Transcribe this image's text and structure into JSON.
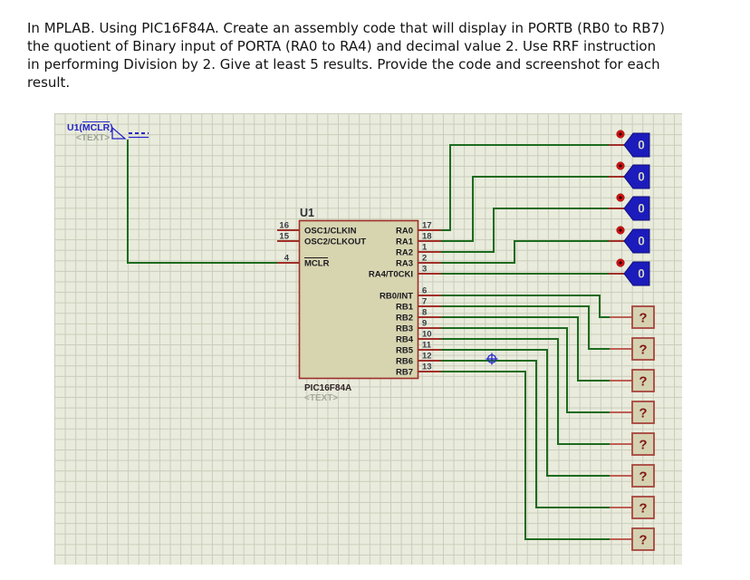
{
  "question": {
    "lines": [
      "In MPLAB. Using PIC16F84A. Create an assembly code that will display in PORTB (RB0 to RB7)",
      "the quotient of Binary input of PORTA (RA0 to RA4) and decimal value 2. Use RRF instruction",
      "in performing Division by 2. Give at least 5 results. Provide the code and screenshot for each",
      "result."
    ]
  },
  "canvas": {
    "terminal": {
      "ref_prefix": "U1(",
      "pin": "MCLR",
      "suffix": ")",
      "placeholder": "<TEXT>"
    },
    "chip": {
      "ref": "U1",
      "part": "PIC16F84A",
      "placeholder": "<TEXT>",
      "left_pins": [
        {
          "num": "16",
          "name": "OSC1/CLKIN"
        },
        {
          "num": "15",
          "name": "OSC2/CLKOUT"
        },
        {
          "num": "4",
          "name": "MCLR"
        }
      ],
      "right_pins": [
        {
          "num": "17",
          "name": "RA0"
        },
        {
          "num": "18",
          "name": "RA1"
        },
        {
          "num": "1",
          "name": "RA2"
        },
        {
          "num": "2",
          "name": "RA3"
        },
        {
          "num": "3",
          "name": "RA4/T0CKI"
        },
        {
          "num": "6",
          "name": "RB0/INT"
        },
        {
          "num": "7",
          "name": "RB1"
        },
        {
          "num": "8",
          "name": "RB2"
        },
        {
          "num": "9",
          "name": "RB3"
        },
        {
          "num": "10",
          "name": "RB4"
        },
        {
          "num": "11",
          "name": "RB5"
        },
        {
          "num": "12",
          "name": "RB6"
        },
        {
          "num": "13",
          "name": "RB7"
        }
      ]
    },
    "logic_states": [
      {
        "value": "0"
      },
      {
        "value": "0"
      },
      {
        "value": "0"
      },
      {
        "value": "0"
      },
      {
        "value": "0"
      }
    ],
    "logic_probes": [
      {
        "value": "?"
      },
      {
        "value": "?"
      },
      {
        "value": "?"
      },
      {
        "value": "?"
      },
      {
        "value": "?"
      },
      {
        "value": "?"
      },
      {
        "value": "?"
      },
      {
        "value": "?"
      }
    ],
    "colors": {
      "wire_green": "#1d6b1f",
      "pin_stub_red": "#a03029",
      "probe_stub_red": "#bd5e55",
      "component_outline": "#9c2f26",
      "component_fill": "#d7d4b0",
      "logic_state_blue": "#1c1cbc",
      "toggle_red": "#d01111",
      "annotation_blue": "#2626c9",
      "grid_background": "#e9ebdc",
      "grid_line": "#c9cdb9"
    }
  }
}
